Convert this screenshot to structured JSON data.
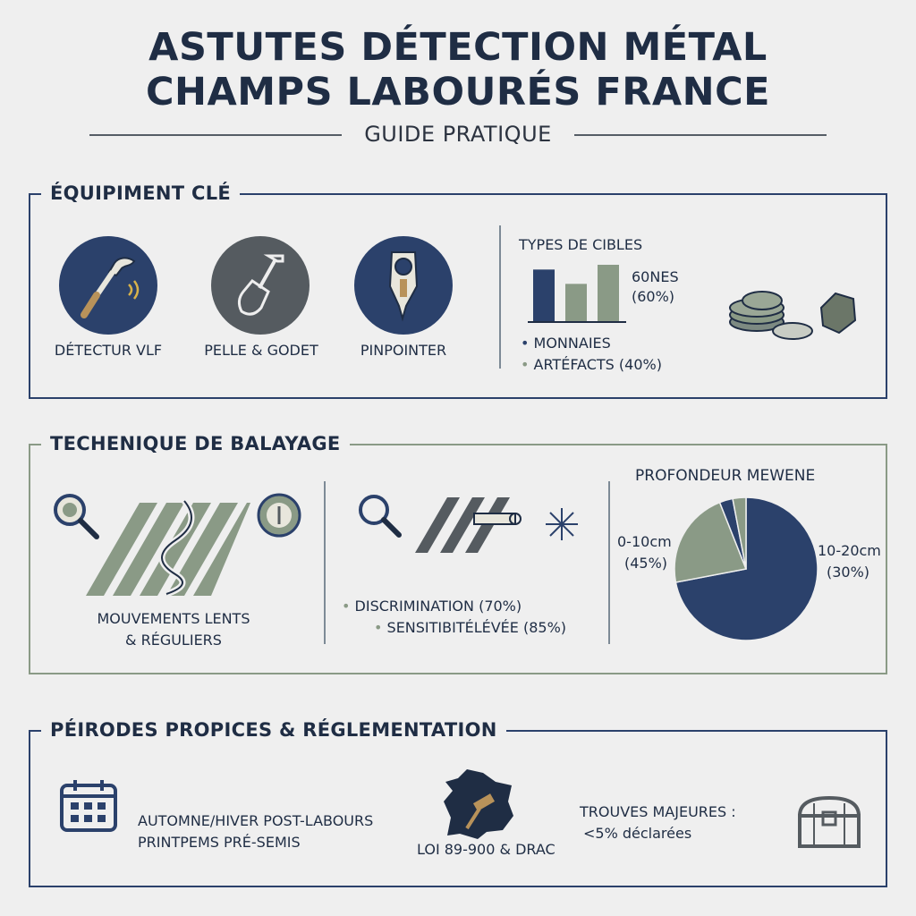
{
  "header": {
    "title_line1": "ASTUTES DÉTECTION MÉTAL",
    "title_line2": "CHAMPS LABOURÉS FRANCE",
    "subtitle": "GUIDE PRATIQUE"
  },
  "equipment": {
    "heading": "ÉQUIPIMENT CLÉ",
    "items": [
      {
        "label": "DÉTECTUR VLF",
        "icon": "metal-detector-icon"
      },
      {
        "label": "PELLE & GODET",
        "icon": "shovel-icon"
      },
      {
        "label": "PINPOINTER",
        "icon": "pinpointer-icon"
      }
    ],
    "targets": {
      "title": "TYPES DE CIBLES",
      "bar_label_line1": "60NES",
      "bar_label_line2": "(60%)",
      "legend": [
        {
          "bullet": "•",
          "text": "MONNAIES",
          "color": "#2b416b"
        },
        {
          "bullet": "•",
          "text": "ARTÉFACTS (40%)",
          "color": "#8a9a86"
        }
      ],
      "icon": "coins-icon"
    }
  },
  "technique": {
    "heading": "TECHENIQUE DE BALAYAGE",
    "movement_line1": "MOUVEMENTS LENTS",
    "movement_line2": "& RÉGULIERS",
    "settings": [
      {
        "bullet": "•",
        "text": "DISCRIMINATION (70%)"
      },
      {
        "bullet": "•",
        "text": "SENSITIBITÉLÉVÉE (85%)"
      }
    ],
    "depth": {
      "title": "PROFONDEUR MEWENE",
      "label_left_line1": "0-10cm",
      "label_left_line2": "(45%)",
      "label_right_line1": "10-20cm",
      "label_right_line2": "(30%)"
    }
  },
  "periods": {
    "heading": "PÉIRODES PROPICES & RÉGLEMENTATION",
    "season_line1": "AUTOMNE/HIVER POST-LABOURS",
    "season_line2": "PRINTPEMS PRÉ-SEMIS",
    "law": "LOI 89-900 & DRAC",
    "finds_line1": "TROUVES MAJEURES :",
    "finds_line2": "<5% déclarées"
  },
  "colors": {
    "navy": "#2b416b",
    "sage": "#8a9a86",
    "dark": "#1f2d44",
    "grey_circle": "#555b60"
  },
  "chart_data": [
    {
      "type": "bar",
      "title": "TYPES DE CIBLES",
      "categories": [
        "",
        "",
        ""
      ],
      "values": [
        55,
        40,
        60
      ],
      "colors": [
        "#2b416b",
        "#8a9a86",
        "#8a9a86"
      ],
      "xlabel": "",
      "ylabel": "",
      "ylim": [
        0,
        60
      ],
      "grid": false
    },
    {
      "type": "pie",
      "title": "PROFONDEUR MEWENE",
      "values": [
        72,
        22,
        3,
        3
      ],
      "colors": [
        "#2b416b",
        "#8a9a86",
        "#2b416b",
        "#8a9a86"
      ],
      "legend": "none"
    }
  ]
}
